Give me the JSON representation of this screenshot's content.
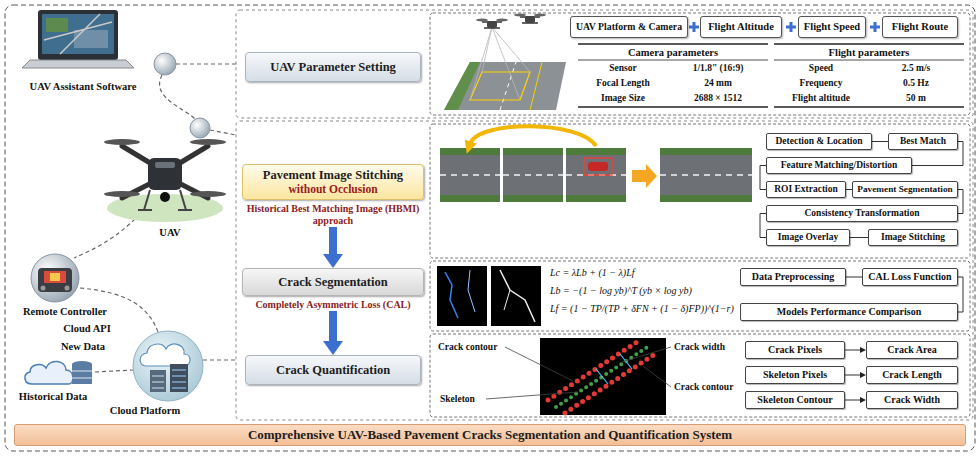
{
  "diagram": {
    "nodes": [
      {
        "text": [
          "UAV Parameter Setting"
        ]
      },
      {
        "text": [
          "UAV Platform & Camera"
        ]
      },
      {
        "text": [
          "Flight Altitude"
        ]
      },
      {
        "text": [
          "Flight Speed"
        ]
      },
      {
        "text": [
          "Flight Route"
        ]
      },
      {
        "text": [
          "Pavement Image Stitching",
          "without Occlusion",
          "Historical Best Matching Image (HBMI) approach"
        ]
      },
      {
        "text": [
          "Detection & Location"
        ]
      },
      {
        "text": [
          "Best Match"
        ]
      },
      {
        "text": [
          "Feature Matching/Distortion"
        ]
      },
      {
        "text": [
          "ROI Extraction"
        ]
      },
      {
        "text": [
          "Pavement Segmentation"
        ]
      },
      {
        "text": [
          "Consistency Transformation"
        ]
      },
      {
        "text": [
          "Image Overlay"
        ]
      },
      {
        "text": [
          "Image Stitching"
        ]
      },
      {
        "text": [
          "Crack Segmentation",
          "Completely Asymmetric Loss (CAL)"
        ]
      },
      {
        "text": [
          "Data Preprocessing"
        ]
      },
      {
        "text": [
          "CAL Loss Function"
        ]
      },
      {
        "text": [
          "Models Performance Comparison"
        ]
      },
      {
        "text": [
          "Crack Quantification"
        ]
      },
      {
        "text": [
          "Crack Pixels"
        ]
      },
      {
        "text": [
          "Crack Area"
        ]
      },
      {
        "text": [
          "Skeleton Pixels"
        ]
      },
      {
        "text": [
          "Crack Length"
        ]
      },
      {
        "text": [
          "Skeleton Contour"
        ]
      },
      {
        "text": [
          "Crack Width"
        ]
      },
      {
        "text": [
          "Comprehensive UAV-Based Pavement Cracks Segmentation and Quantification System"
        ]
      }
    ],
    "edges": [
      {
        "from": 5,
        "to": 14,
        "arrow": "to"
      },
      {
        "from": 14,
        "to": 18,
        "arrow": "to"
      },
      {
        "from": 6,
        "to": 7,
        "arrow": "none"
      },
      {
        "from": 7,
        "to": 8,
        "arrow": "none"
      },
      {
        "from": 8,
        "to": 9,
        "arrow": "none"
      },
      {
        "from": 9,
        "to": 10,
        "arrow": "none"
      },
      {
        "from": 10,
        "to": 11,
        "arrow": "none"
      },
      {
        "from": 11,
        "to": 12,
        "arrow": "none"
      },
      {
        "from": 12,
        "to": 13,
        "arrow": "none"
      },
      {
        "from": 15,
        "to": 16,
        "arrow": "none"
      },
      {
        "from": 16,
        "to": 17,
        "arrow": "none"
      },
      {
        "from": 19,
        "to": 20,
        "arrow": "to"
      },
      {
        "from": 21,
        "to": 22,
        "arrow": "to"
      },
      {
        "from": 23,
        "to": 24,
        "arrow": "to"
      }
    ],
    "labels": [
      "UAV Assistant Software",
      "UAV",
      "Remote Controller",
      "Cloud API",
      "New Data",
      "Historical Data",
      "Cloud Platform",
      "Camera parameters",
      "Sensor",
      "1/1.8\" (16:9)",
      "Focal Length",
      "24 mm",
      "Image Size",
      "2688 × 1512",
      "Flight parameters",
      "Speed",
      "2.5 m/s",
      "Frequency",
      "0.5 Hz",
      "Flight altitude",
      "50 m",
      "Lc = λLb + (1 − λ)Lf",
      "Lb = −(1 − log yb)^T (yb × log yb)",
      "Lf = (1 − TP/(TP + δFN + (1 − δ)FP))^(1−r)",
      "Crack contour",
      "Crack width",
      "Skeleton",
      "Crack contour"
    ]
  }
}
